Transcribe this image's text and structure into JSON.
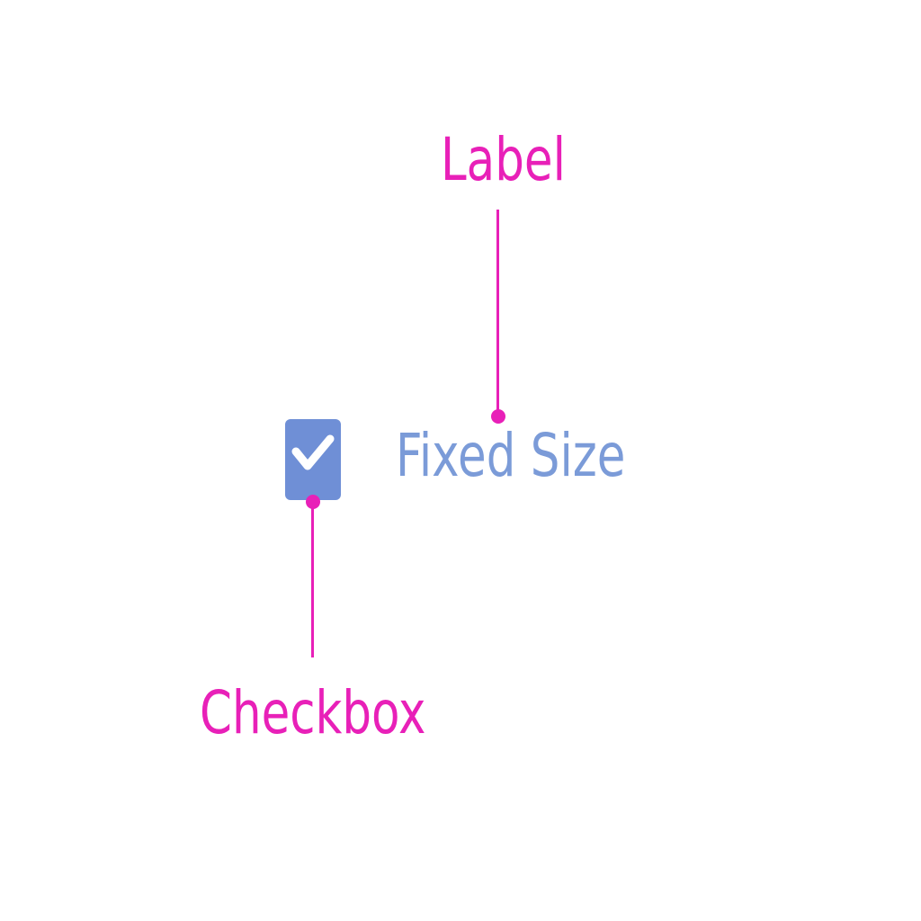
{
  "colors": {
    "annotation": "#e820b8",
    "checkbox_fill": "#6f8fd6",
    "checkmark": "#ffffff",
    "widget_label": "#7b9bd8",
    "background": "#ffffff"
  },
  "annotations": {
    "label": "Label",
    "checkbox": "Checkbox"
  },
  "widget": {
    "checked": true,
    "label": "Fixed Size",
    "checkmark_icon": "check-icon"
  }
}
